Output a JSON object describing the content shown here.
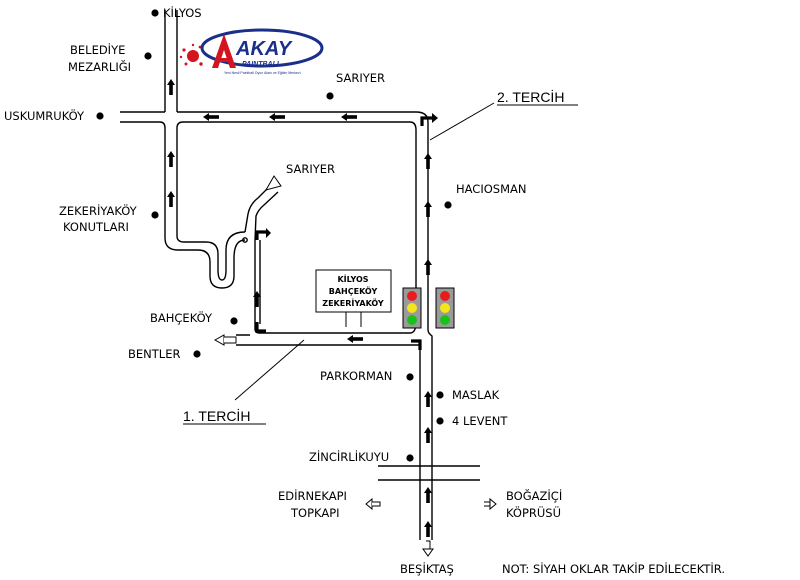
{
  "places": {
    "kilyos": "KİLYOS",
    "belediye_mezarligi_1": "BELEDİYE",
    "belediye_mezarligi_2": "MEZARLIĞI",
    "sariyer_top": "SARIYER",
    "uskumrukoy": "USKUMRUKÖY",
    "sariyer_arrow": "SARIYER",
    "haciosman": "HACIOSMAN",
    "zekeriyakoy_konutlari_1": "ZEKERİYAKÖY",
    "zekeriyakoy_konutlari_2": "KONUTLARI",
    "bahcekoy": "BAHÇEKÖY",
    "bentler": "BENTLER",
    "parkorman": "PARKORMAN",
    "maslak": "MASLAK",
    "levent": "4 LEVENT",
    "zincirlikuyu": "ZİNCİRLİKUYU",
    "edirnekapi_1": "EDİRNEKAPI",
    "edirnekapi_2": "TOPKAPI",
    "bogazici_1": "BOĞAZİÇİ",
    "bogazici_2": "KÖPRÜSÜ",
    "besiktas": "BEŞİKTAŞ"
  },
  "routes": {
    "tercih_1": "1. TERCİH",
    "tercih_2": "2. TERCİH"
  },
  "sign": {
    "line1": "KİLYOS",
    "line2": "BAHÇEKÖY",
    "line3": "ZEKERİYAKÖY"
  },
  "logo": {
    "brand": "AKAY",
    "sub": "PAINTBALL",
    "tiny": "Yeni Nesil Paintball Oyun Alanı ve Eğitim Merkezi"
  },
  "note": "NOT: SİYAH OKLAR TAKİP EDİLECEKTİR.",
  "colors": {
    "road": "#000000",
    "logo_blue": "#1a2f8c",
    "logo_red": "#d4141e",
    "light_red": "#e81c1c",
    "light_yellow": "#f3e61a",
    "light_green": "#19c219",
    "light_housing": "#9a9a9a"
  }
}
